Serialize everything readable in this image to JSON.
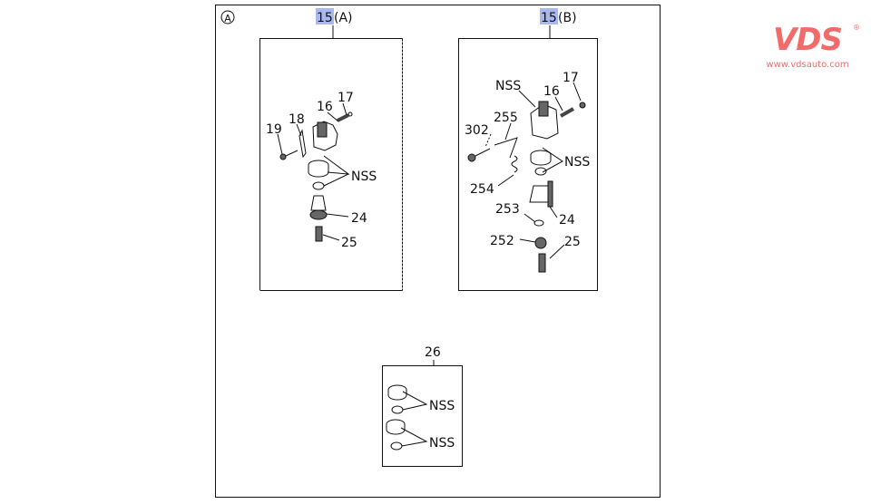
{
  "logo": {
    "brand": "VDS",
    "url": "www.vdsauto.com"
  },
  "diagram": {
    "view_marker": "A",
    "groups": [
      {
        "ref": "15",
        "suffix": "(A)",
        "callouts": [
          "17",
          "16",
          "18",
          "19",
          "NSS",
          "24",
          "25"
        ]
      },
      {
        "ref": "15",
        "suffix": "(B)",
        "callouts": [
          "NSS",
          "17",
          "16",
          "255",
          "302",
          "NSS",
          "254",
          "253",
          "24",
          "252",
          "25"
        ]
      },
      {
        "ref": "26",
        "callouts": [
          "NSS",
          "NSS"
        ]
      }
    ],
    "highlight_color": "#aab8f0"
  }
}
